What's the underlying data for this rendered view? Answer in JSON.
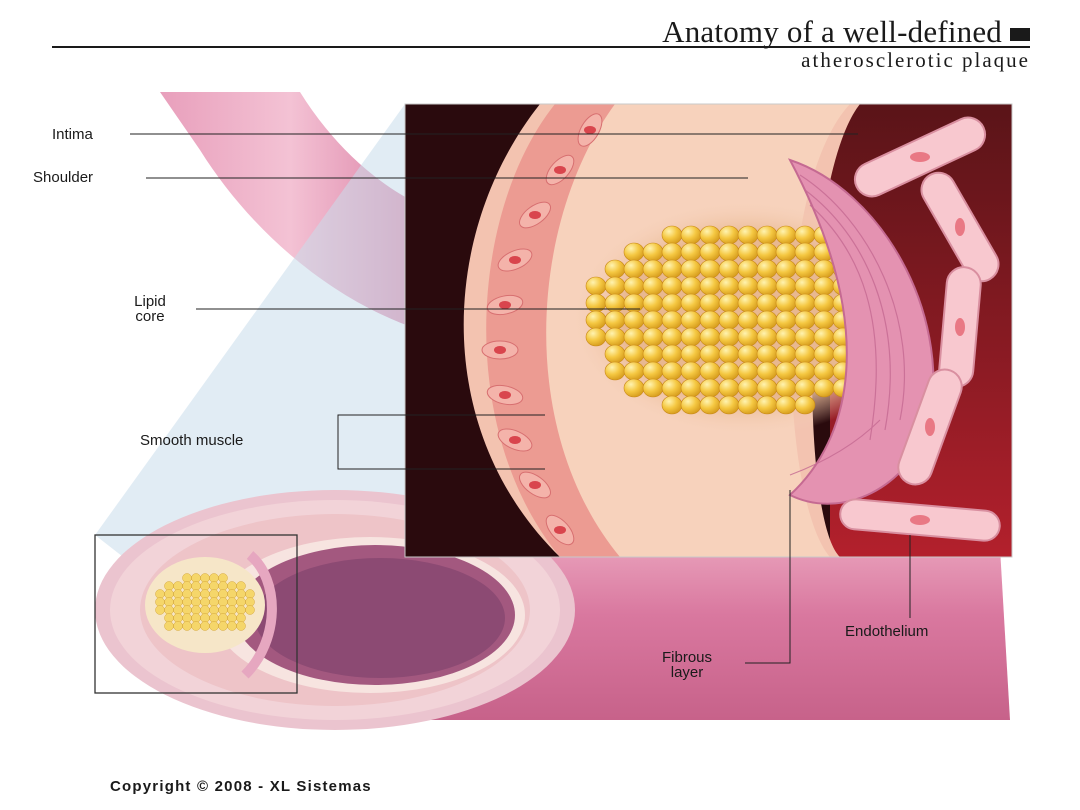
{
  "header": {
    "title": "Anatomy of a well-defined",
    "subtitle": "atherosclerotic plaque"
  },
  "labels": {
    "intima": "Intima",
    "shoulder": "Shoulder",
    "lipid_core_line1": "Lipid",
    "lipid_core_line2": "core",
    "smooth_muscle": "Smooth muscle",
    "endothelium": "Endothelium",
    "fibrous_layer_line1": "Fibrous",
    "fibrous_layer_line2": "layer"
  },
  "footer": {
    "copyright": "Copyright © 2008 - XL Sistemas"
  },
  "colors": {
    "artery_pink": "#d9789f",
    "intima_peach": "#f7d2bc",
    "muscle_red": "#e88a86",
    "lipid_yellow": "#f5c842",
    "blood_red": "#b3202c",
    "dark_background": "#3a0c10"
  }
}
